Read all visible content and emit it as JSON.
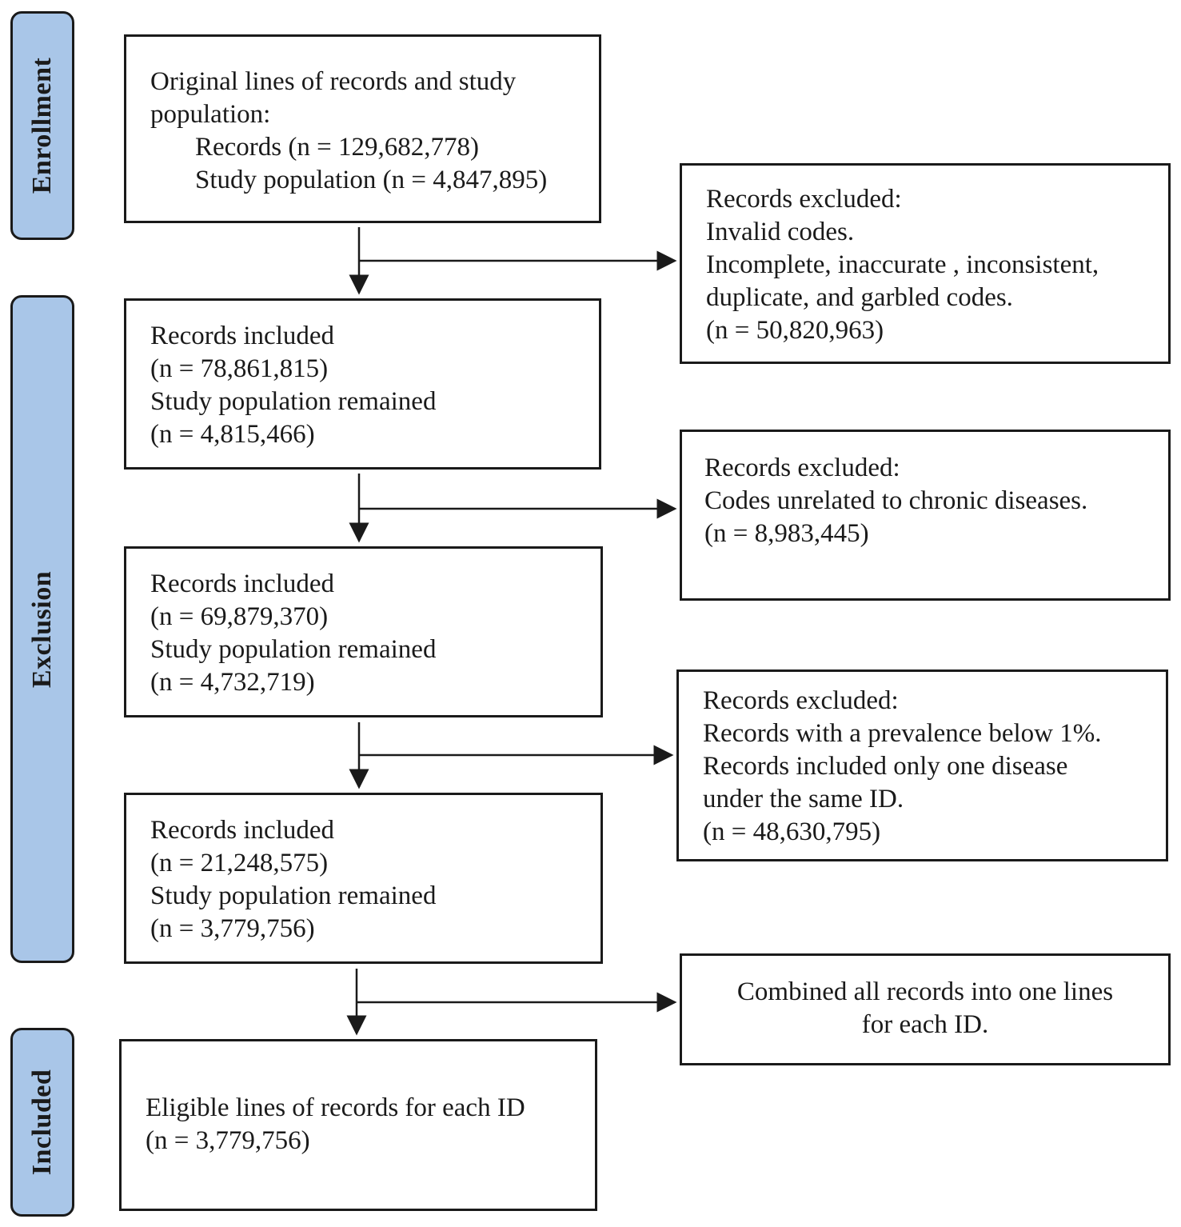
{
  "phases": {
    "enrollment": "Enrollment",
    "exclusion": "Exclusion",
    "included": "Included"
  },
  "main_boxes": {
    "original": {
      "line1": "Original lines of records and study",
      "line2": "population:",
      "line3": "Records (n = 129,682,778)",
      "line4": "Study population (n = 4,847,895)"
    },
    "step1": {
      "line1": "Records included",
      "line2": "(n = 78,861,815)",
      "line3": "Study population remained",
      "line4": "(n = 4,815,466)"
    },
    "step2": {
      "line1": "Records included",
      "line2": "(n = 69,879,370)",
      "line3": "Study population remained",
      "line4": "(n = 4,732,719)"
    },
    "step3": {
      "line1": "Records included",
      "line2": "(n = 21,248,575)",
      "line3": "Study population remained",
      "line4": "(n = 3,779,756)"
    },
    "eligible": {
      "line1": "Eligible lines of records for each ID",
      "line2": "(n = 3,779,756)"
    }
  },
  "side_boxes": {
    "excl1": {
      "line1": "Records excluded:",
      "line2": "Invalid codes.",
      "line3": "Incomplete, inaccurate , inconsistent,",
      "line4": "duplicate, and garbled codes.",
      "line5": "(n = 50,820,963)"
    },
    "excl2": {
      "line1": "Records excluded:",
      "line2": "Codes unrelated to chronic diseases.",
      "line3": "(n = 8,983,445)"
    },
    "excl3": {
      "line1": "Records excluded:",
      "line2": "Records with a prevalence below 1%.",
      "line3": "Records included only one disease",
      "line4": "under the same ID.",
      "line5": "(n = 48,630,795)"
    },
    "combine": {
      "line1": "Combined all records into one lines",
      "line2": "for each ID."
    }
  }
}
